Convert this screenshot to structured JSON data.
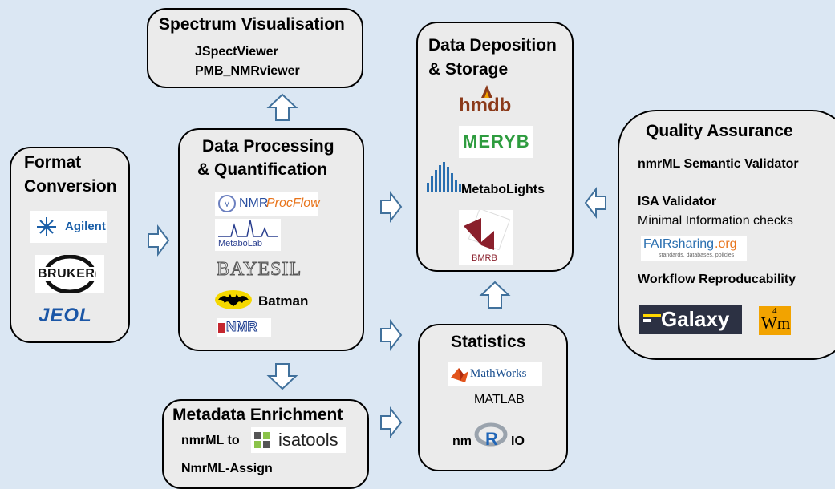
{
  "format_conversion": {
    "title_line1": "Format",
    "title_line2": "Conversion",
    "logos": [
      "Agilent",
      "BRUKER",
      "JEOL"
    ]
  },
  "spectrum_visualisation": {
    "title": "Spectrum Visualisation",
    "items": [
      "JSpectViewer",
      "PMB_NMRviewer"
    ]
  },
  "data_processing": {
    "title_line1": "Data Processing",
    "title_line2": "& Quantification",
    "logos": [
      "NMR",
      "ProcFlow",
      "MetaboLab",
      "BAYESIL",
      "NMR"
    ],
    "batman": "Batman"
  },
  "metadata_enrichment": {
    "title": "Metadata Enrichment",
    "nmrml_to": "nmrML to",
    "isatools": "isatools",
    "assign": "NmrML-Assign"
  },
  "data_deposition": {
    "title_line1": "Data Deposition",
    "title_line2": "& Storage",
    "logos": [
      "hmdb",
      "MERYB",
      "MetaboLights",
      "BMRB"
    ]
  },
  "statistics": {
    "title": "Statistics",
    "mathworks": "MathWorks",
    "matlab": "MATLAB",
    "nm": "nm",
    "r": "R",
    "io": "IO"
  },
  "quality_assurance": {
    "title": "Quality Assurance",
    "semantic_validator": "nmrML Semantic Validator",
    "isa_validator": "ISA Validator",
    "minimal_info": "Minimal Information checks",
    "fairsharing": "FAIRsharing",
    "fairsharing_suffix": ".org",
    "fairsharing_tagline": "standards, databases, policies",
    "workflow": "Workflow Reproducability",
    "galaxy": "Galaxy",
    "wm": "Wm",
    "wm_sup": "4"
  },
  "colors": {
    "background": "#dbe7f3",
    "box_fill": "#ebebeb",
    "arrow_stroke": "#41719c",
    "agilent_blue": "#1b5fa8",
    "hmdb_brown": "#8b3a1a",
    "meryb_green": "#2e9c3f",
    "bmrb_red": "#8a1f2b",
    "wm_orange": "#f2a300"
  }
}
